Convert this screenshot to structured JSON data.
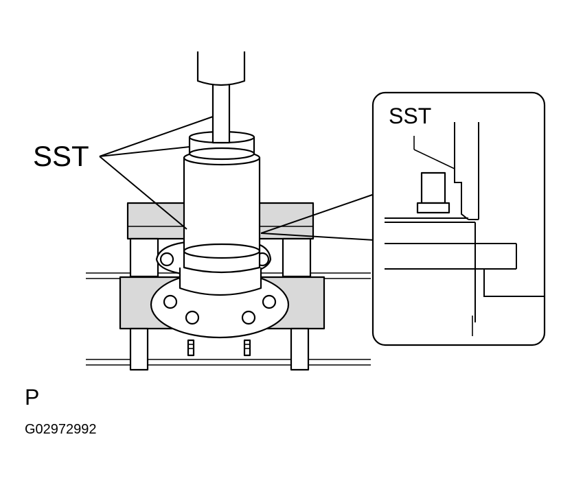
{
  "labels": {
    "sst_main": "SST",
    "sst_inset": "SST",
    "view": "P",
    "figure_code": "G02972992"
  }
}
